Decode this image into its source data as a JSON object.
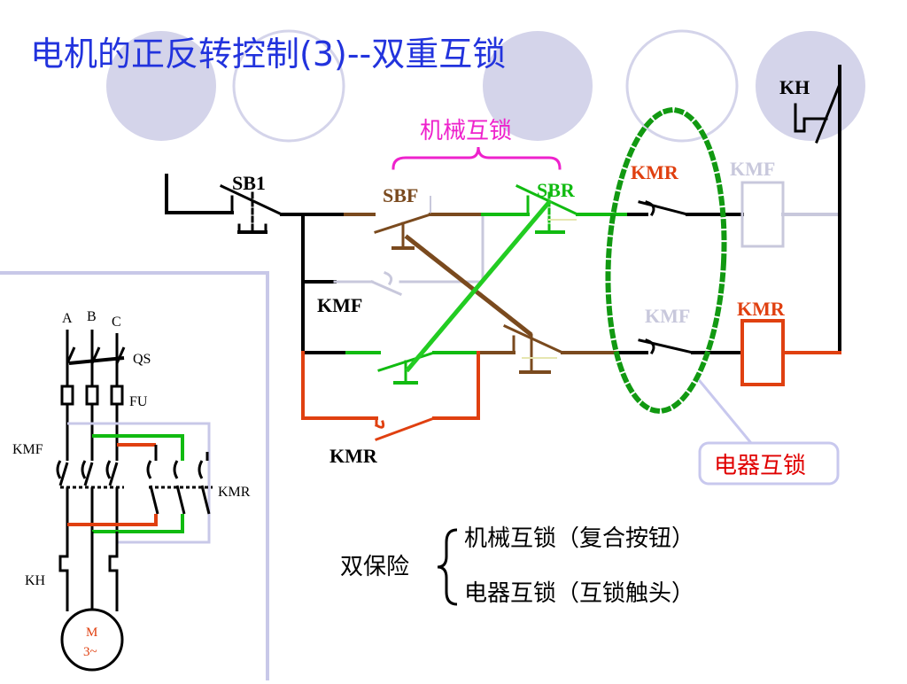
{
  "title": "电机的正反转控制(3)--双重互锁",
  "labels": {
    "kh": "KH",
    "mech_interlock": "机械互锁",
    "sb1": "SB1",
    "sbf": "SBF",
    "sbr": "SBR",
    "kmr_contact_top": "KMR",
    "kmf_coil": "KMF",
    "kmf_hold": "KMF",
    "kmf_contact_bottom": "KMF",
    "kmr_coil": "KMR",
    "kmr_hold": "KMR",
    "elec_interlock": "电器互锁",
    "double_protection": "双保险",
    "protection_1": "机械互锁（复合按钮）",
    "protection_2": "电器互锁（互锁触头）"
  },
  "main_circuit": {
    "phase_a": "A",
    "phase_b": "B",
    "phase_c": "C",
    "qs": "QS",
    "fu": "FU",
    "kmf": "KMF",
    "kmr": "KMR",
    "kh": "KH",
    "motor_line1": "M",
    "motor_line2": "3~"
  },
  "colors": {
    "title": "#2233dd",
    "wire": "#000000",
    "forward": "#11bb11",
    "reverse": "#e04010",
    "sbf_brown": "#7a4a1e",
    "faded": "#c8c8dc",
    "magenta": "#ee22cc",
    "interlock_ellipse": "#119911",
    "decor_circle": "#d4d4ea"
  }
}
